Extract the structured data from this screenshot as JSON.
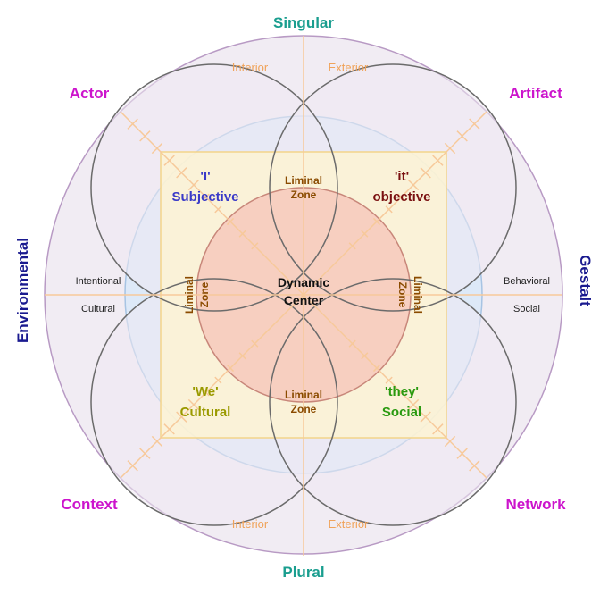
{
  "colors": {
    "corner": "#cc14cc",
    "singular": "#1a9e8f",
    "plural": "#1a9e8f",
    "gestalt": "#1a1a8f",
    "environmental": "#1a1a8f",
    "i_subjective": "#3a3ac8",
    "it_objective": "#7a1010",
    "we_cultural": "#9a9a00",
    "they_social": "#2a9a10",
    "io": "#f0a35a",
    "liminal": "#8a4b00"
  },
  "axes": {
    "top": "Singular",
    "bottom": "Plural",
    "left": "Environmental",
    "right": "Gestalt"
  },
  "corners": {
    "top_left": "Actor",
    "top_right": "Artifact",
    "bottom_left": "Context",
    "bottom_right": "Network"
  },
  "quadrants": {
    "ul": {
      "line1": "'I'",
      "line2": "Subjective"
    },
    "ur": {
      "line1": "'it'",
      "line2": "objective"
    },
    "ll": {
      "line1": "'We'",
      "line2": "Cultural"
    },
    "lr": {
      "line1": "'they'",
      "line2": "Social"
    }
  },
  "interior_exterior": {
    "top_left": "Interior",
    "top_right": "Exterior",
    "bottom_left": "Interior",
    "bottom_right": "Exterior"
  },
  "side_labels": {
    "left_upper": "Intentional",
    "left_lower": "Cultural",
    "right_upper": "Behavioral",
    "right_lower": "Social"
  },
  "liminal": {
    "line1": "Liminal",
    "line2": "Zone"
  },
  "center": {
    "line1": "Dynamic",
    "line2": "Center"
  }
}
